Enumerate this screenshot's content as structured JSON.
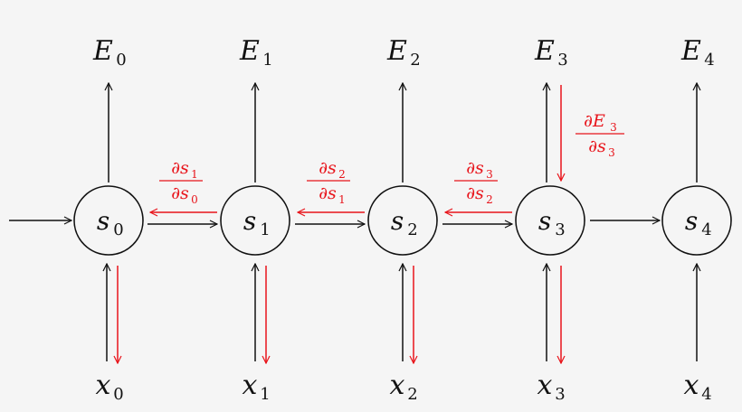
{
  "colors": {
    "forward": "#111111",
    "backprop": "#e8141b",
    "background": "#f5f5f5"
  },
  "states": [
    {
      "name": "s",
      "index": "0"
    },
    {
      "name": "s",
      "index": "1"
    },
    {
      "name": "s",
      "index": "2"
    },
    {
      "name": "s",
      "index": "3"
    },
    {
      "name": "s",
      "index": "4"
    }
  ],
  "outputs": [
    {
      "name": "E",
      "index": "0"
    },
    {
      "name": "E",
      "index": "1"
    },
    {
      "name": "E",
      "index": "2"
    },
    {
      "name": "E",
      "index": "3"
    },
    {
      "name": "E",
      "index": "4"
    }
  ],
  "inputs": [
    {
      "name": "x",
      "index": "0"
    },
    {
      "name": "x",
      "index": "1"
    },
    {
      "name": "x",
      "index": "2"
    },
    {
      "name": "x",
      "index": "3"
    },
    {
      "name": "x",
      "index": "4"
    }
  ],
  "gradients": [
    {
      "num": "∂s",
      "num_index": "1",
      "den": "∂s",
      "den_index": "0"
    },
    {
      "num": "∂s",
      "num_index": "2",
      "den": "∂s",
      "den_index": "1"
    },
    {
      "num": "∂s",
      "num_index": "3",
      "den": "∂s",
      "den_index": "2"
    }
  ],
  "error_gradient": {
    "num": "∂E",
    "num_index": "3",
    "den": "∂s",
    "den_index": "3"
  }
}
